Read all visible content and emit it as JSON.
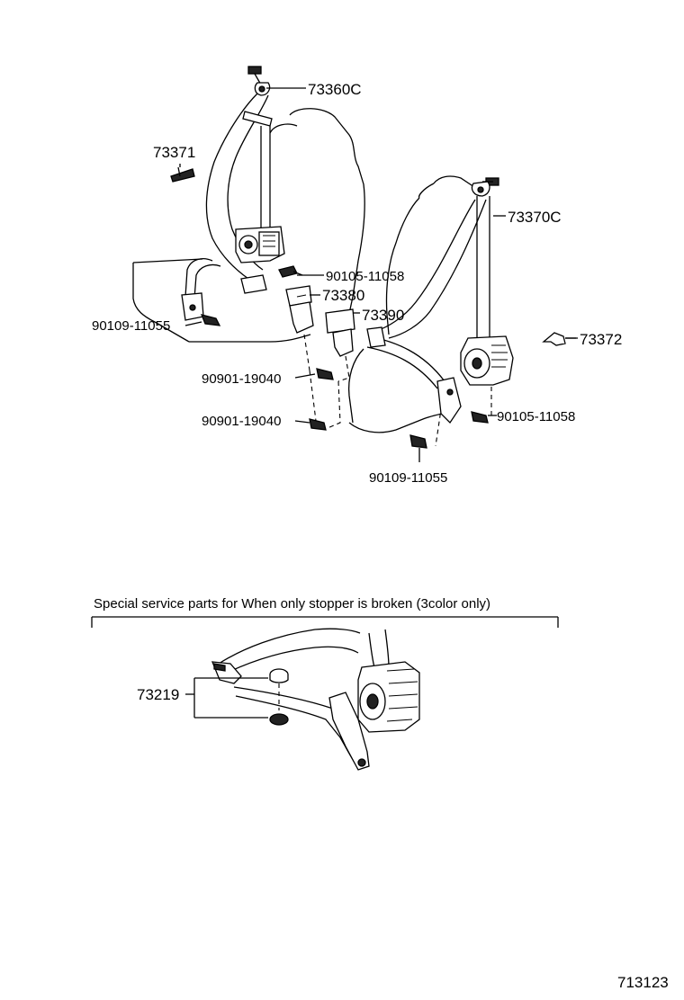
{
  "labels": {
    "l73360c": "73360C",
    "l73371": "73371",
    "l73370c": "73370C",
    "l90105a": "90105-11058",
    "l73380": "73380",
    "l73390": "73390",
    "l90109a": "90109-11055",
    "l73372": "73372",
    "l90901a": "90901-19040",
    "l90901b": "90901-19040",
    "l90105b": "90105-11058",
    "l90109b": "90109-11055",
    "l73219": "73219"
  },
  "special_section": {
    "header": "Special  service  parts  for  When  only  stopper  is  broken  (3color  only)"
  },
  "figure_number": "713123"
}
